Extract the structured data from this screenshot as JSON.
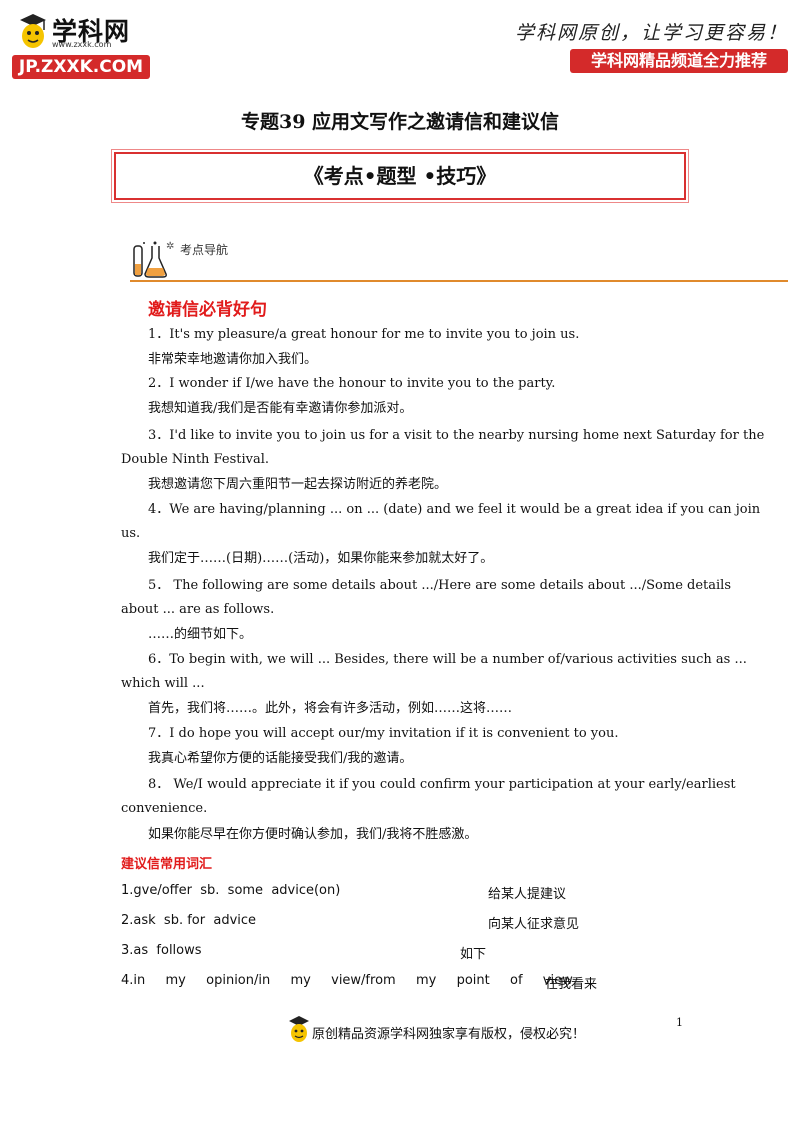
{
  "header": {
    "logo_text": "学科网",
    "logo_url": "www.zxxk.com",
    "badge_left": "JP.ZXXK.COM",
    "slogan": "学科网原创，让学习更容易！",
    "badge_right": "学科网精品频道全力推荐"
  },
  "title": "专题39 应用文写作之邀请信和建议信",
  "box_title": "《考点•题型 •技巧》",
  "nav_label": "考点导航",
  "section_title": "邀请信必背好句",
  "sentences": [
    {
      "en": "1．It's my pleasure/a great honour for me to invite you to join us.",
      "cn": "非常荣幸地邀请你加入我们。"
    },
    {
      "en": "2．I wonder if I/we have the honour to invite you to the party.",
      "cn": "我想知道我/我们是否能有幸邀请你参加派对。"
    },
    {
      "en1": "3．I'd like to invite you to join us for a visit to the nearby nursing home next Saturday for the",
      "en2": "Double Ninth Festival.",
      "cn": "我想邀请您下周六重阳节一起去探访附近的养老院。"
    },
    {
      "en1": "4．We are having/planning ... on ... (date) and we feel it would be a great idea if you can join",
      "en2": "us.",
      "cn": "我们定于……(日期)……(活动)，如果你能来参加就太好了。"
    },
    {
      "en1": "5． The following are some details about .../Here are some details about .../Some details",
      "en2": "about ... are as follows.",
      "cn": "……的细节如下。"
    },
    {
      "en1": "6．To begin with, we will ... Besides, there will be a number of/various activities such as ...",
      "en2": "which will ...",
      "cn": "首先，我们将……。此外，将会有许多活动，例如……这将……"
    },
    {
      "en": "7．I do hope you will accept our/my invitation if it is convenient to you.",
      "cn": "我真心希望你方便的话能接受我们/我的邀请。"
    },
    {
      "en1": "8． We/I would appreciate it if you could confirm your participation at your early/earliest",
      "en2": "convenience.",
      "cn": "如果你能尽早在你方便时确认参加，我们/我将不胜感激。"
    }
  ],
  "vocab_title": "建议信常用词汇",
  "vocab": [
    {
      "en": "1.gve/offer  sb.  some  advice(on)",
      "cn": "给某人提建议"
    },
    {
      "en": "2.ask  sb. for  advice",
      "cn": "向某人征求意见"
    },
    {
      "en": "3.as  follows",
      "cn": "如下"
    },
    {
      "en": "4.in  my  opinion/in  my  view/from  my  point  of  view",
      "cn": "在我看来"
    }
  ],
  "footer": "原创精品资源学科网独家享有版权，侵权必究！",
  "page_number": "1"
}
